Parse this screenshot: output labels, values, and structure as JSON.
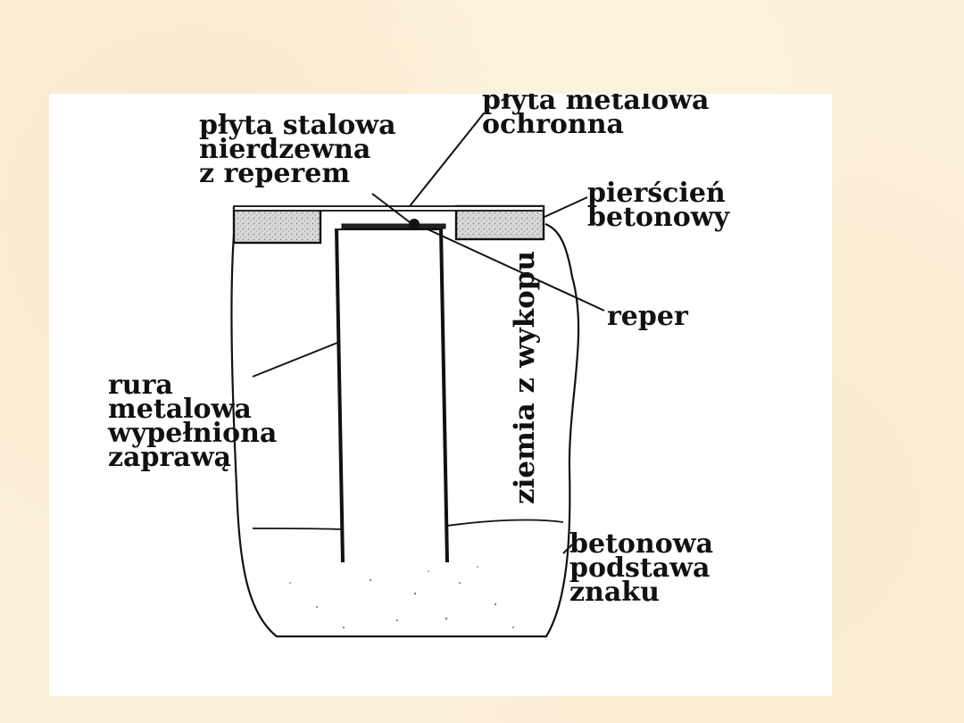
{
  "labels": {
    "plyta_stalowa": [
      "płyta stalowa",
      "nierdzewna",
      "z reperem"
    ],
    "plyta_metalowa": [
      "płyta metalowa",
      "ochronna"
    ],
    "pierscien": [
      "pierścień",
      "betonowy"
    ],
    "reper": "reper",
    "rura": [
      "rura",
      "metalowa",
      "wypełniona",
      "zaprawą"
    ],
    "ziemia": "ziemia z wykopu",
    "podstawa": [
      "betonowa",
      "podstawa",
      "znaku"
    ]
  }
}
